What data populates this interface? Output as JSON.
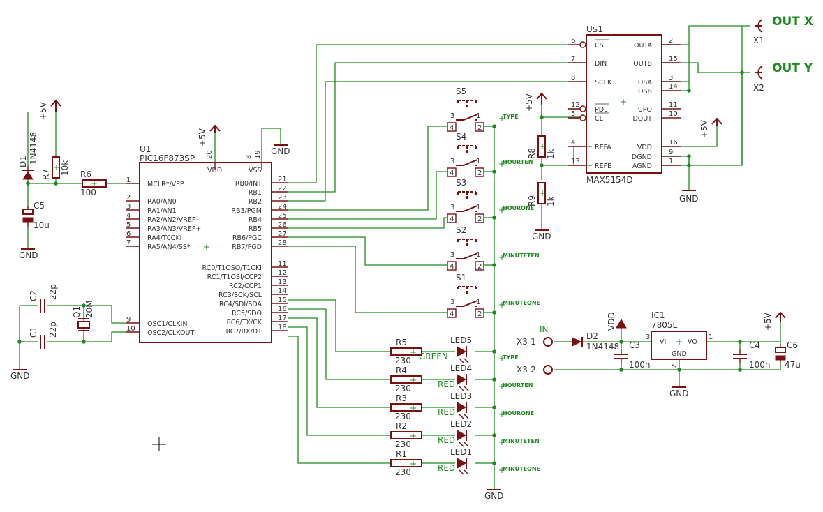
{
  "components": {
    "u1": {
      "ref": "U1",
      "part": "PIC16F873SP",
      "left_pins": [
        {
          "pin": "1",
          "name": "MCLR*/VPP"
        },
        {
          "pin": "2",
          "name": "RA0/AN0"
        },
        {
          "pin": "3",
          "name": "RA1/AN1"
        },
        {
          "pin": "4",
          "name": "RA2/AN2/VREF-"
        },
        {
          "pin": "5",
          "name": "RA3/AN3/VREF+"
        },
        {
          "pin": "6",
          "name": "RA4/T0CKI"
        },
        {
          "pin": "7",
          "name": "RA5/AN4/SS*"
        },
        {
          "pin": "9",
          "name": "OSC1/CLKIN"
        },
        {
          "pin": "10",
          "name": "OSC2/CLKOUT"
        }
      ],
      "right_pins": [
        {
          "pin": "21",
          "name": "RB0/INT"
        },
        {
          "pin": "22",
          "name": "RB1"
        },
        {
          "pin": "23",
          "name": "RB2"
        },
        {
          "pin": "24",
          "name": "RB3/PGM"
        },
        {
          "pin": "25",
          "name": "RB4"
        },
        {
          "pin": "26",
          "name": "RB5"
        },
        {
          "pin": "27",
          "name": "RB6/PGC"
        },
        {
          "pin": "28",
          "name": "RB7/PGD"
        },
        {
          "pin": "11",
          "name": "RC0/T1OSO/T1CKI"
        },
        {
          "pin": "12",
          "name": "RC1/T1OSI/CCP2"
        },
        {
          "pin": "13",
          "name": "RC2/CCP1"
        },
        {
          "pin": "14",
          "name": "RC3/SCK/SCL"
        },
        {
          "pin": "15",
          "name": "RC4/SDI/SDA"
        },
        {
          "pin": "16",
          "name": "RC5/SDO"
        },
        {
          "pin": "17",
          "name": "RC6/TX/CK"
        },
        {
          "pin": "18",
          "name": "RC7/RX/DT"
        }
      ],
      "top_pins": [
        {
          "pin": "20",
          "name": "VDD"
        },
        {
          "pin": "8",
          "name": ""
        },
        {
          "pin": "19",
          "name": "VSS"
        }
      ]
    },
    "u2": {
      "ref": "U$1",
      "part": "MAX5154D",
      "left_pins": [
        {
          "pin": "6",
          "name": "CS"
        },
        {
          "pin": "7",
          "name": "DIN"
        },
        {
          "pin": "8",
          "name": "SCLK"
        },
        {
          "pin": "12",
          "name": "PDL"
        },
        {
          "pin": "5",
          "name": "CL"
        },
        {
          "pin": "4",
          "name": "REFA"
        },
        {
          "pin": "13",
          "name": "REFB"
        }
      ],
      "right_pins": [
        {
          "pin": "2",
          "name": "OUTA"
        },
        {
          "pin": "15",
          "name": "OUTB"
        },
        {
          "pin": "3",
          "name": "OSA"
        },
        {
          "pin": "14",
          "name": "OSB"
        },
        {
          "pin": "11",
          "name": "UPO"
        },
        {
          "pin": "10",
          "name": "DOUT"
        },
        {
          "pin": "16",
          "name": "VDD"
        },
        {
          "pin": "9",
          "name": "DGND"
        },
        {
          "pin": "1",
          "name": "AGND"
        }
      ]
    },
    "ic1": {
      "ref": "IC1",
      "part": "7805L",
      "vi": "VI",
      "vo": "VO",
      "gnd": "GND",
      "pin_in": "3",
      "pin_out": "1",
      "pin_gnd": "2"
    },
    "r6": {
      "ref": "R6",
      "value": "100"
    },
    "r7": {
      "ref": "R7",
      "value": "10k"
    },
    "r8": {
      "ref": "R8",
      "value": "1k"
    },
    "r9": {
      "ref": "R9",
      "value": "1k"
    },
    "d1": {
      "ref": "D1",
      "value": "1N4148"
    },
    "d2": {
      "ref": "D2",
      "value": "1N4148"
    },
    "c1": {
      "ref": "C1",
      "value": "22p"
    },
    "c2": {
      "ref": "C2",
      "value": "22p"
    },
    "c3": {
      "ref": "C3",
      "value": "100n"
    },
    "c4": {
      "ref": "C4",
      "value": "100n"
    },
    "c5": {
      "ref": "C5",
      "value": "10u"
    },
    "c6": {
      "ref": "C6",
      "value": "47u"
    },
    "q1": {
      "ref": "Q1",
      "value": "20M"
    },
    "x1": {
      "ref": "X1"
    },
    "x2": {
      "ref": "X2"
    },
    "x3_1": {
      "ref": "X3-1"
    },
    "x3_2": {
      "ref": "X3-2"
    },
    "switches": [
      {
        "ref": "S5",
        "net": "TYPE"
      },
      {
        "ref": "S4",
        "net": "HOURTEN"
      },
      {
        "ref": "S3",
        "net": "HOURONE"
      },
      {
        "ref": "S2",
        "net": "MINUTETEN"
      },
      {
        "ref": "S1",
        "net": "MINUTEONE"
      }
    ],
    "leds": [
      {
        "ref": "LED5",
        "color": "GREEN",
        "res": "R5",
        "res_value": "230",
        "net": "TYPE"
      },
      {
        "ref": "LED4",
        "color": "RED",
        "res": "R4",
        "res_value": "230",
        "net": "HOURTEN"
      },
      {
        "ref": "LED3",
        "color": "RED",
        "res": "R3",
        "res_value": "230",
        "net": "HOURONE"
      },
      {
        "ref": "LED2",
        "color": "RED",
        "res": "R2",
        "res_value": "230",
        "net": "MINUTETEN"
      },
      {
        "ref": "LED1",
        "color": "RED",
        "res": "R1",
        "res_value": "230",
        "net": "MINUTEONE"
      }
    ]
  },
  "switch_pins": [
    "1",
    "2",
    "3",
    "4"
  ],
  "nets": {
    "out_x": "OUT X",
    "out_y": "OUT Y",
    "in": "IN",
    "vdd": "VDD",
    "plus5v": "+5V",
    "gnd": "GND",
    "gnd_label": "GND"
  },
  "colors": {
    "wire": "#1e8a1e",
    "symbol": "#7a1010",
    "text": "#333333",
    "background": "#ffffff"
  }
}
